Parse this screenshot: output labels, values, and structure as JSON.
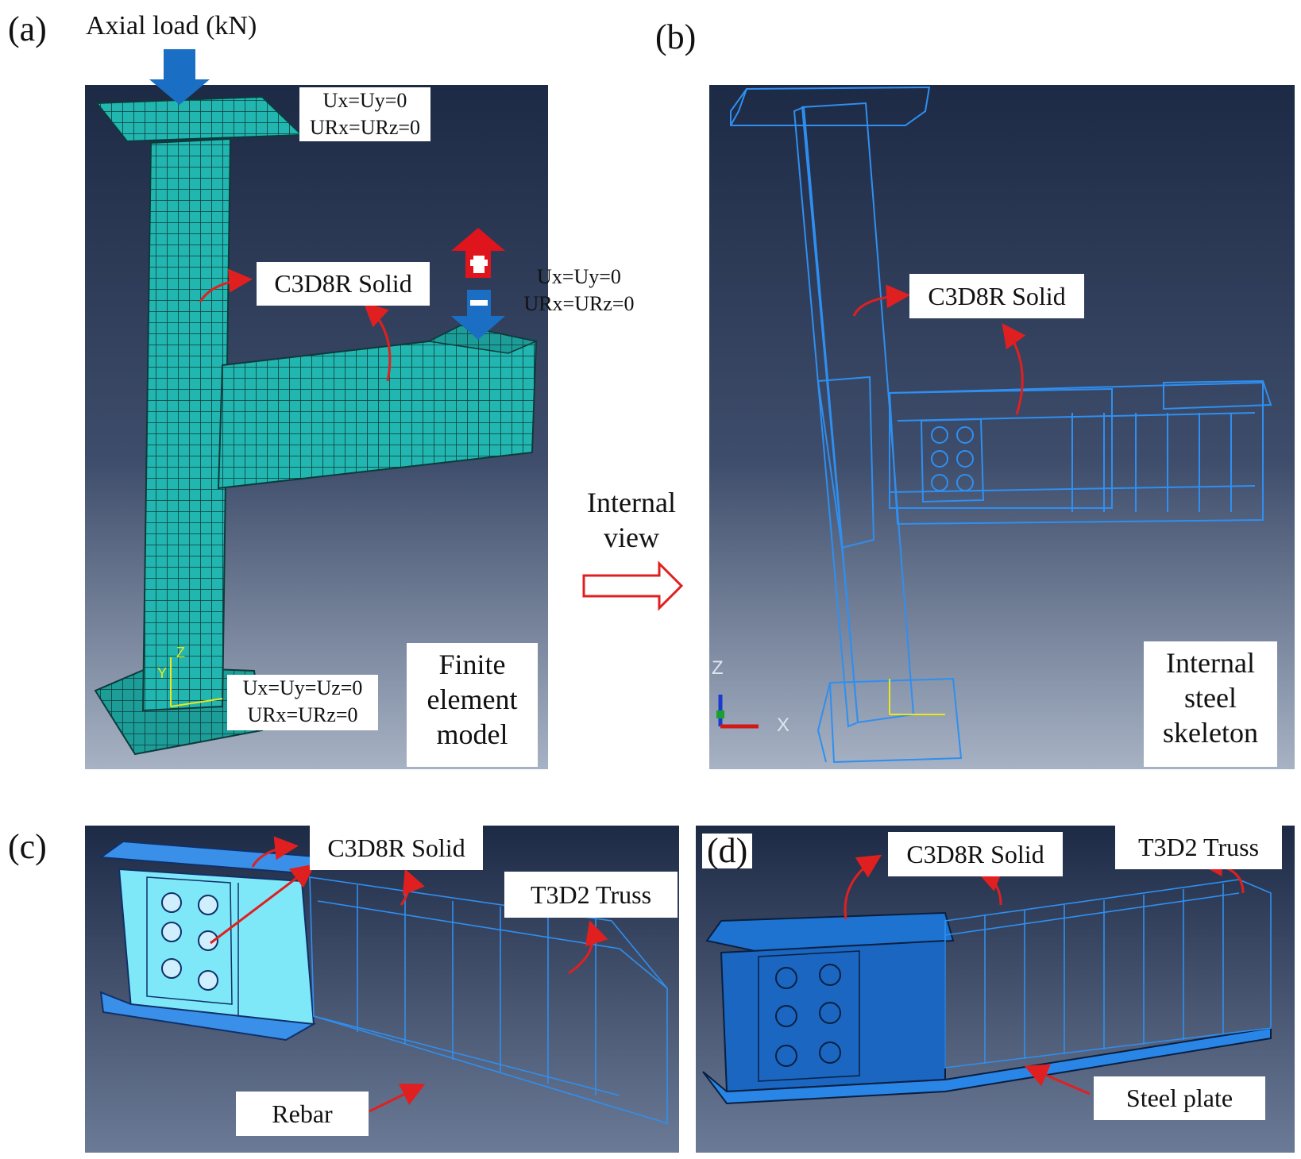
{
  "panels": {
    "a": {
      "label": "(a)",
      "axial_load": "Axial load (kN)",
      "element": "C3D8R Solid",
      "bc_top": [
        "Ux=Uy=0",
        "URx=URz=0"
      ],
      "bc_beam": [
        "Ux=Uy=0",
        "URx=URz=0"
      ],
      "bc_base": [
        "Ux=Uy=Uz=0",
        "URx=URz=0"
      ],
      "caption": [
        "Finite",
        "element",
        "model"
      ]
    },
    "b": {
      "label": "(b)",
      "element": "C3D8R Solid",
      "caption": [
        "Internal",
        "steel",
        "skeleton"
      ]
    },
    "c": {
      "label": "(c)",
      "element": "C3D8R Solid",
      "truss": "T3D2 Truss",
      "rebar": "Rebar"
    },
    "d": {
      "label": "(d)",
      "element": "C3D8R Solid",
      "truss": "T3D2 Truss",
      "plate": "Steel plate"
    }
  },
  "arrow_text": [
    "Internal",
    "view"
  ],
  "axes": {
    "z": "Z",
    "x": "X",
    "y": "Y"
  },
  "colors": {
    "mesh": "#22b6b0",
    "steel": "#2f8ff0",
    "plate": "#1e73d0",
    "annotation": "#e02020",
    "load": "#1a6fc4"
  }
}
